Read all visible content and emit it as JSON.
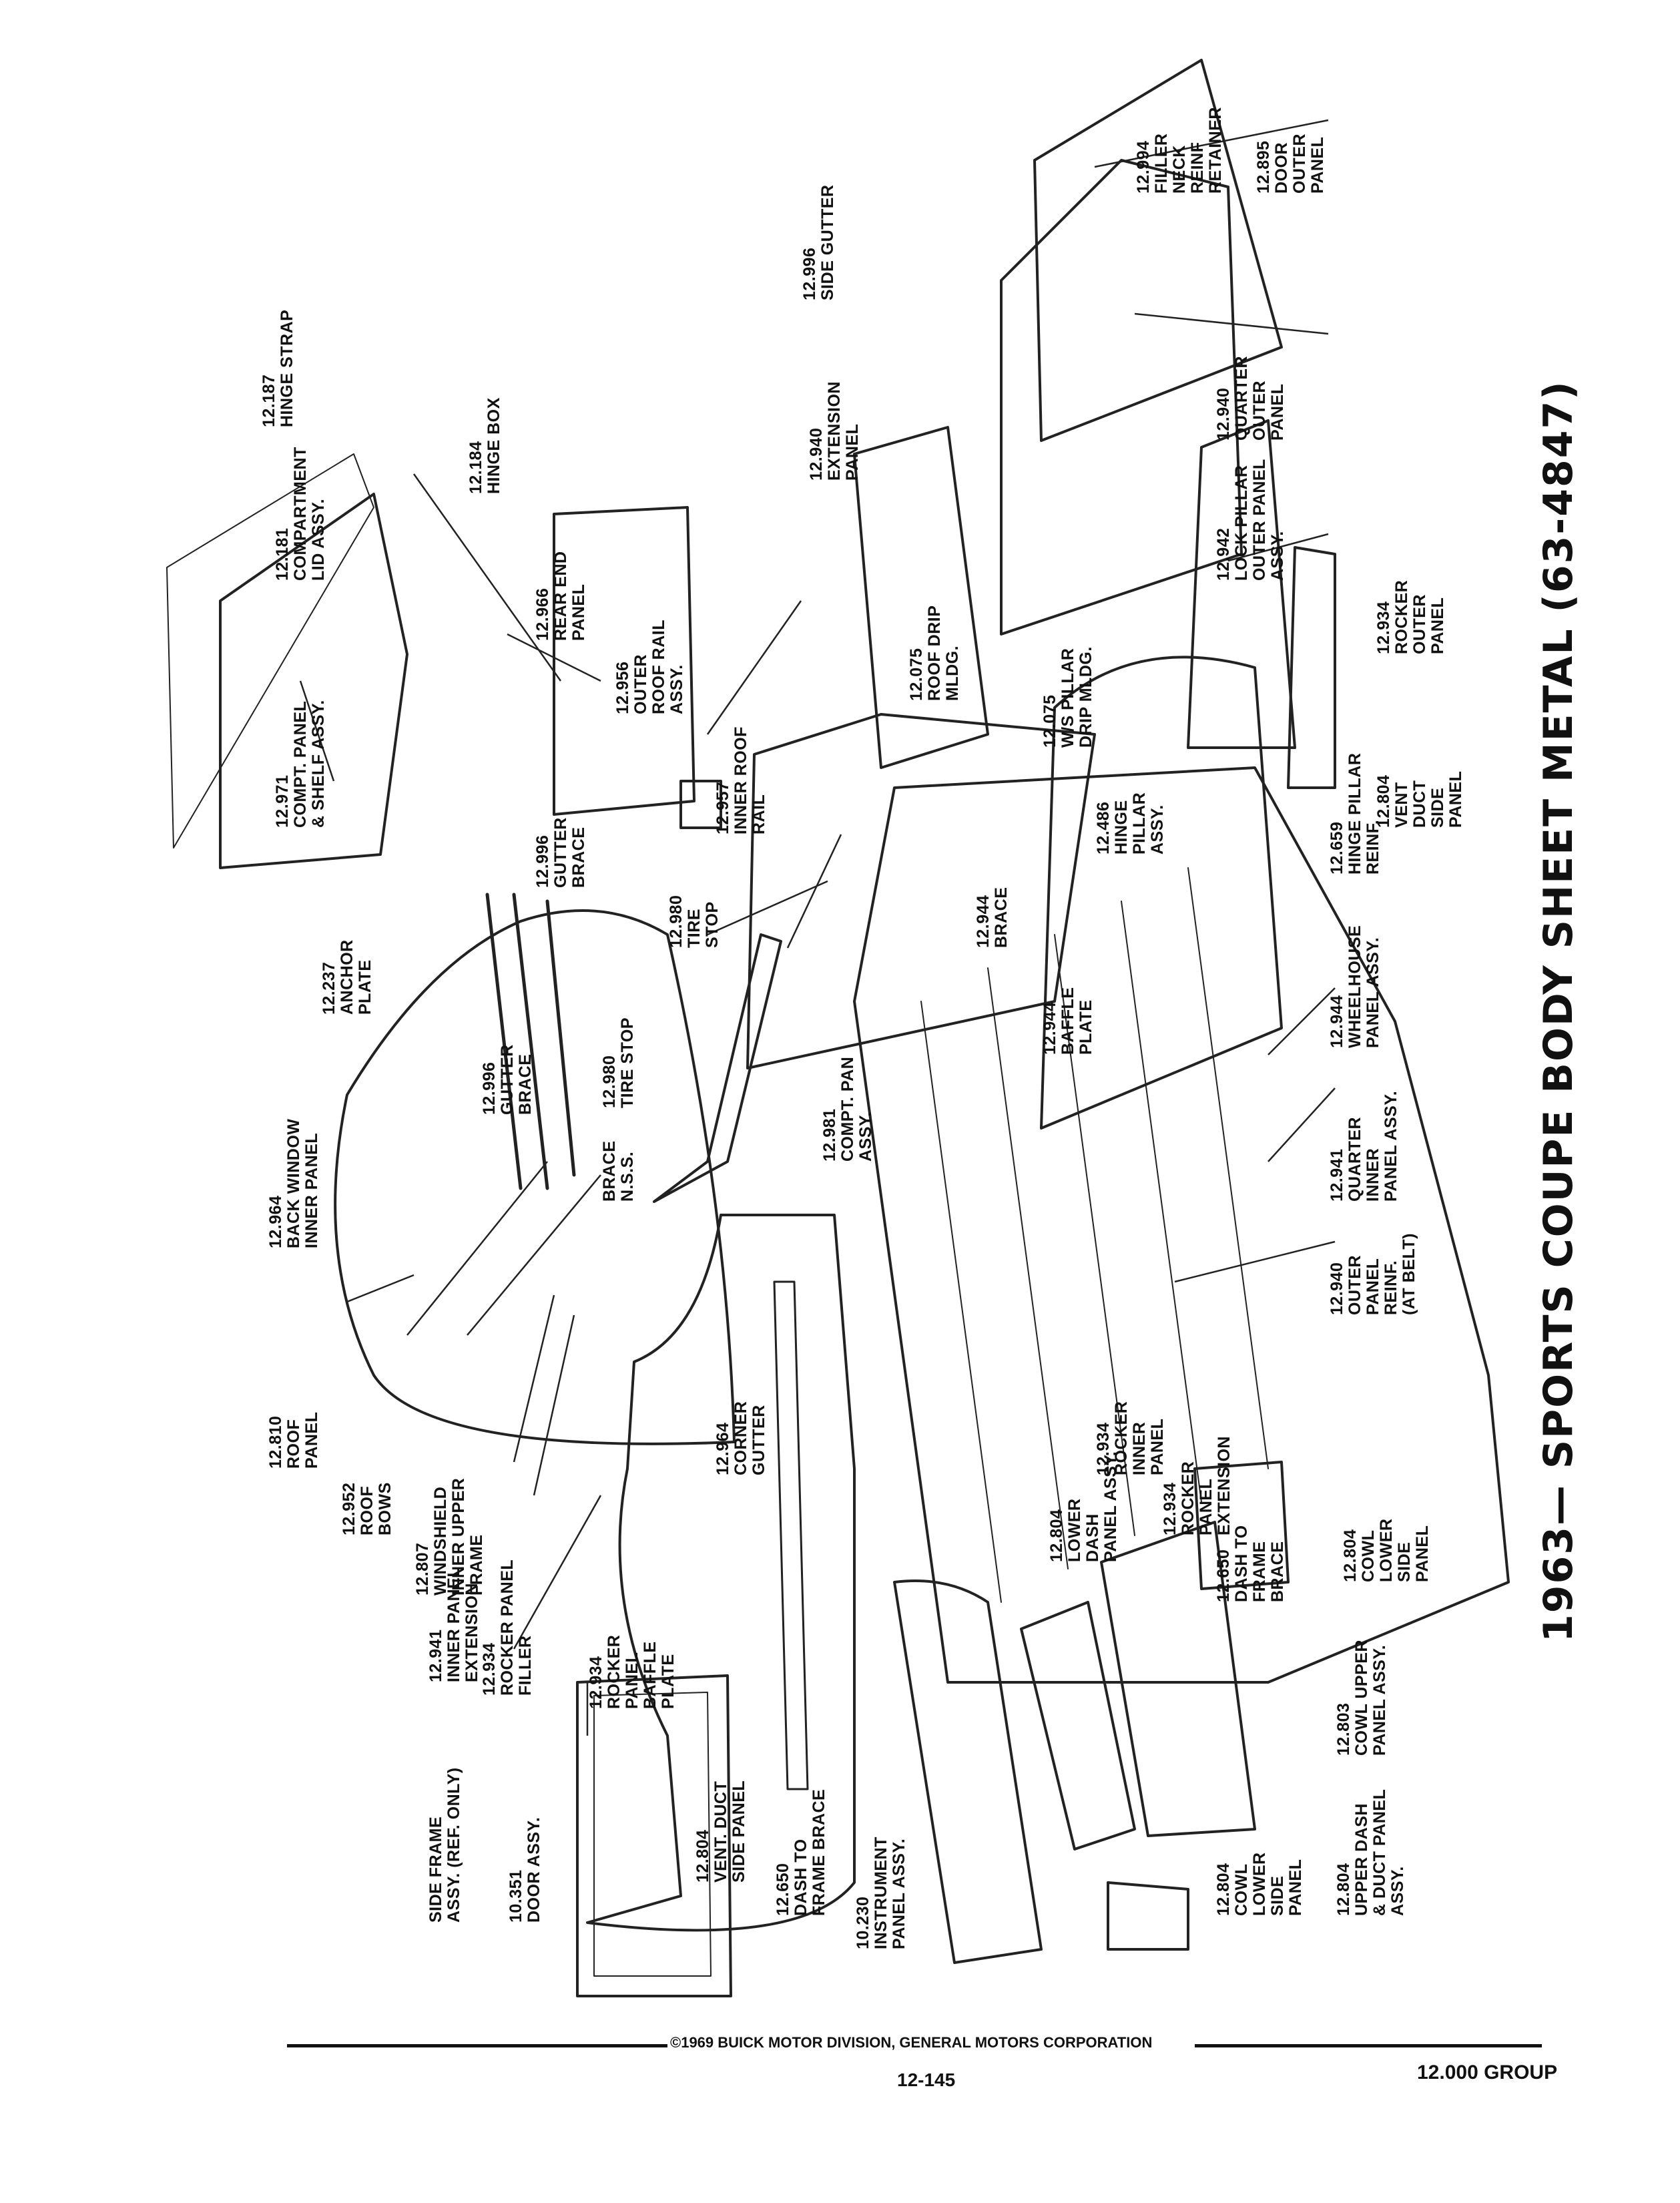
{
  "title": "1963— SPORTS COUPE BODY SHEET METAL (63-4847)",
  "footer": {
    "copyright": "©1969 BUICK MOTOR DIVISION, GENERAL MOTORS CORPORATION",
    "page_number": "12-145",
    "group": "12.000 GROUP"
  },
  "parts": [
    {
      "num": "12.810",
      "name": "ROOF\nPANEL"
    },
    {
      "num": "12.952",
      "name": "ROOF\nBOWS"
    },
    {
      "num": "12.807",
      "name": "WINDSHIELD\nINNER UPPER\nFRAME"
    },
    {
      "num": "12.941",
      "name": "INNER PANEL\nEXTENSION"
    },
    {
      "num": "12.934",
      "name": "ROCKER PANEL\nFILLER"
    },
    {
      "num": "",
      "name": "SIDE FRAME\nASSY. (REF. ONLY)"
    },
    {
      "num": "10.351",
      "name": "DOOR ASSY."
    },
    {
      "num": "12.934",
      "name": "ROCKER\nPANEL\nBAFFLE\nPLATE"
    },
    {
      "num": "12.804",
      "name": "VENT. DUCT\nSIDE PANEL"
    },
    {
      "num": "12.650",
      "name": "DASH TO\nFRAME BRACE"
    },
    {
      "num": "10.230",
      "name": "INSTRUMENT\nPANEL ASSY."
    },
    {
      "num": "12.964",
      "name": "CORNER\nGUTTER"
    },
    {
      "num": "12.804",
      "name": "LOWER\nDASH\nPANEL ASSY."
    },
    {
      "num": "12.804",
      "name": "COWL\nLOWER\nSIDE\nPANEL"
    },
    {
      "num": "12.803",
      "name": "COWL UPPER\nPANEL ASSY."
    },
    {
      "num": "12.804",
      "name": "UPPER DASH\n& DUCT PANEL\nASSY."
    },
    {
      "num": "12.804",
      "name": "COWL\nLOWER\nSIDE\nPANEL"
    },
    {
      "num": "12.964",
      "name": "BACK WINDOW\nINNER PANEL"
    },
    {
      "num": "12.996",
      "name": "GUTTER\nBRACE"
    },
    {
      "num": "12.980",
      "name": "TIRE STOP"
    },
    {
      "num": "",
      "name": "BRACE\nN.S.S."
    },
    {
      "num": "12.237",
      "name": "ANCHOR\nPLATE"
    },
    {
      "num": "12.980",
      "name": "TIRE\nSTOP"
    },
    {
      "num": "12.981",
      "name": "COMPT. PAN\nASSY."
    },
    {
      "num": "12.971",
      "name": "COMPT. PANEL\n& SHELF ASSY."
    },
    {
      "num": "12.996",
      "name": "GUTTER\nBRACE"
    },
    {
      "num": "12.181",
      "name": "COMPARTMENT\nLID ASSY."
    },
    {
      "num": "12.966",
      "name": "REAR END\nPANEL"
    },
    {
      "num": "12.956",
      "name": "OUTER\nROOF RAIL\nASSY."
    },
    {
      "num": "12.957",
      "name": "INNER ROOF\nRAIL"
    },
    {
      "num": "12.187",
      "name": "HINGE STRAP"
    },
    {
      "num": "12.184",
      "name": "HINGE BOX"
    },
    {
      "num": "12.934",
      "name": "ROCKER\nINNER\nPANEL"
    },
    {
      "num": "12.934",
      "name": "ROCKER\nPANEL\nEXTENSION"
    },
    {
      "num": "12.650",
      "name": "DASH TO\nFRAME\nBRACE"
    },
    {
      "num": "12.944",
      "name": "BRACE"
    },
    {
      "num": "12.944",
      "name": "BAFFLE\nPLATE"
    },
    {
      "num": "12.075",
      "name": "ROOF DRIP\nMLDG."
    },
    {
      "num": "12.075",
      "name": "W/S PILLAR\nDRIP MLDG."
    },
    {
      "num": "12.486",
      "name": "HINGE\nPILLAR\nASSY."
    },
    {
      "num": "12.940",
      "name": "EXTENSION\nPANEL"
    },
    {
      "num": "12.996",
      "name": "SIDE GUTTER"
    },
    {
      "num": "12.940",
      "name": "OUTER\nPANEL\nREINF.\n(AT BELT)"
    },
    {
      "num": "12.941",
      "name": "QUARTER\nINNER\nPANEL ASSY."
    },
    {
      "num": "12.944",
      "name": "WHEELHOUSE\nPANEL ASSY."
    },
    {
      "num": "12.659",
      "name": "HINGE PILLAR\nREINF."
    },
    {
      "num": "12.804",
      "name": "VENT\nDUCT\nSIDE\nPANEL"
    },
    {
      "num": "12.934",
      "name": "ROCKER\nOUTER\nPANEL"
    },
    {
      "num": "12.942",
      "name": "LOCK PILLAR\nOUTER PANEL\nASSY."
    },
    {
      "num": "12.940",
      "name": "QUARTER\nOUTER\nPANEL"
    },
    {
      "num": "12.895",
      "name": "DOOR\nOUTER\nPANEL"
    },
    {
      "num": "12.994",
      "name": "FILLER\nNECK\nREINF\nRETAINER"
    }
  ]
}
